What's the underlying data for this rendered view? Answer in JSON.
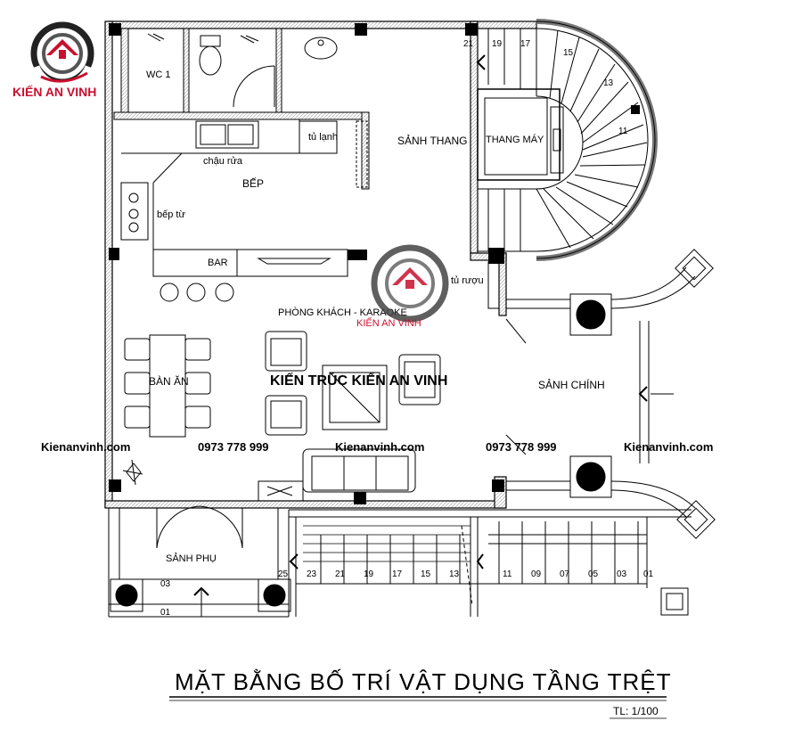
{
  "logo": {
    "text": "KIẾN AN VINH",
    "colors": {
      "ring": "#222222",
      "accent": "#c8102e"
    }
  },
  "watermark": {
    "logo_text": "KIẾN AN VINH",
    "center_text": "KIẾN TRÚC KIẾN AN VINH",
    "website_left": "Kienanvinh.com",
    "phone_left": "0973 778 999",
    "website_center": "Kienanvinh.com",
    "phone_right": "0973 778 999",
    "website_right": "Kienanvinh.com"
  },
  "rooms": {
    "wc1": "WC 1",
    "sanh_thang": "SẢNH THANG",
    "thang_may": "THANG MÁY",
    "tu_lanh": "tủ lạnh",
    "chau_rua": "chậu rửa",
    "bep": "BẾP",
    "bep_tu": "bếp từ",
    "bar": "BAR",
    "tu_ruou": "tủ rượu",
    "phong_khach": "PHÒNG KHÁCH - KARAOKE",
    "ban_an": "BÀN ĂN",
    "sanh_chinh": "SẢNH CHÍNH",
    "sanh_phu": "SẢNH PHỤ"
  },
  "stair_numbers": {
    "spiral": [
      "21",
      "19",
      "17",
      "15",
      "13",
      "11"
    ],
    "front_left": [
      "25",
      "23",
      "21",
      "19",
      "17",
      "15",
      "13"
    ],
    "front_right": [
      "11",
      "09",
      "07",
      "05",
      "03",
      "01"
    ],
    "side": [
      "03",
      "01"
    ]
  },
  "title": "MẶT BẰNG BỐ TRÍ VẬT DỤNG TẦNG TRỆT",
  "scale": "TL: 1/100"
}
